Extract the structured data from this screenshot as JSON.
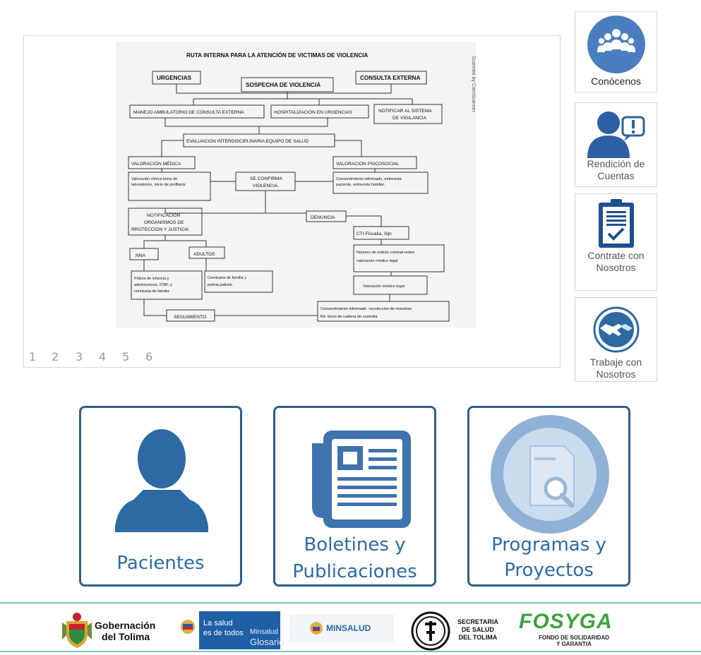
{
  "slider": {
    "diagram": {
      "title": "RUTA INTERNA PARA LA ATENCIÓN DE VICTIMAS DE VIOLENCIA",
      "urgencias": "URGENCIAS",
      "sospecha": "SOSPECHA DE VIOLENCIA",
      "consulta": "CONSULTA EXTERNA",
      "manejo": "MANEJO AMBULATORIO DE CONSULTA EXTERNA",
      "hospitalizacion": "HOSPITALIZACIÓN EN URGENCIAS",
      "notificar_1": "NOTIFICAR AL SISTEMA",
      "notificar_2": "DE VIGILANCIA",
      "evaluacion": "EVALUACION INTERDISCIPLINARIA EQUIPO DE SALUD",
      "val_medica": "VALORACIÓN MÉDICA",
      "val_psico": "VALORACION PSICOSOCIAL",
      "val_medica_det_1": "Valoración clínica toma de",
      "val_medica_det_2": "laboratorios, inicio de profilaxis",
      "confirma_1": "SE CONFIRMA",
      "confirma_2": "VIOLENCIA.",
      "psico_det_1": "Consentimiento informado, entrevista",
      "psico_det_2": "paciente, entrevista familiar.",
      "notificacion_1": "NOTIFICACION",
      "notificacion_2": "ORGANISMOS DE",
      "notificacion_3": "RROTECCION Y JUSTICIA",
      "denuncia": "DENUNCIA",
      "cti": "CTI-Fiscalia, Sijn",
      "nna": "NNA",
      "adultos": "ADULTOS",
      "numero_1": "Número de noticia criminal-orden",
      "numero_2": "valoración médico legal",
      "policia_1": "Policia de infancia y",
      "policia_2": "adolescencia, ICBF, y",
      "policia_3": "comisaria de familia",
      "comisaria_1": "Comisaria de familia y",
      "comisaria_2": "policia judicial.",
      "val_legal": "Valoración médico legal",
      "seguimiento": "SEGUIMIENTO",
      "consent_1": "Consentimiento informado -recolección de muestras",
      "consent_2": "Kit- inicio de cadena de custodia",
      "watermark": "Scanned by CamScanner"
    },
    "pages": [
      "1",
      "2",
      "3",
      "4",
      "5",
      "6"
    ]
  },
  "side_buttons": [
    {
      "label": "Conócenos",
      "icon": "group-icon"
    },
    {
      "label": "Rendición de Cuentas",
      "icon": "person-alert-icon"
    },
    {
      "label": "Contrate con Nosotros",
      "icon": "clipboard-check-icon"
    },
    {
      "label": "Trabaje con Nosotros",
      "icon": "handshake-icon"
    }
  ],
  "cards": [
    {
      "line1": "Pacientes",
      "line2": "",
      "icon": "user-icon"
    },
    {
      "line1": "Boletines y",
      "line2": "Publicaciones",
      "icon": "newspaper-icon"
    },
    {
      "line1": "Programas y",
      "line2": "Proyectos",
      "icon": "document-search-icon"
    }
  ],
  "footer": {
    "gob_1": "Gobernación",
    "gob_2": "del Tolima",
    "salud_1": "La salud",
    "salud_2": "es de todos",
    "minsalud_1": "Minsalud",
    "glosario": "Glosario",
    "minsalud": "MINSALUD",
    "sec_1": "SECRETARIA",
    "sec_2": "DE SALUD",
    "sec_3": "DEL TOLIMA",
    "fosyga": "FOSYGA",
    "fosyga_1": "FONDO DE SOLIDARIDAD",
    "fosyga_2": "Y GARANTIA"
  },
  "colors": {
    "brand_blue": "#2f5f8a",
    "icon_blue": "#2d6aa3",
    "footer_line": "#7cc5b5",
    "fosyga_green": "#3da33f"
  }
}
